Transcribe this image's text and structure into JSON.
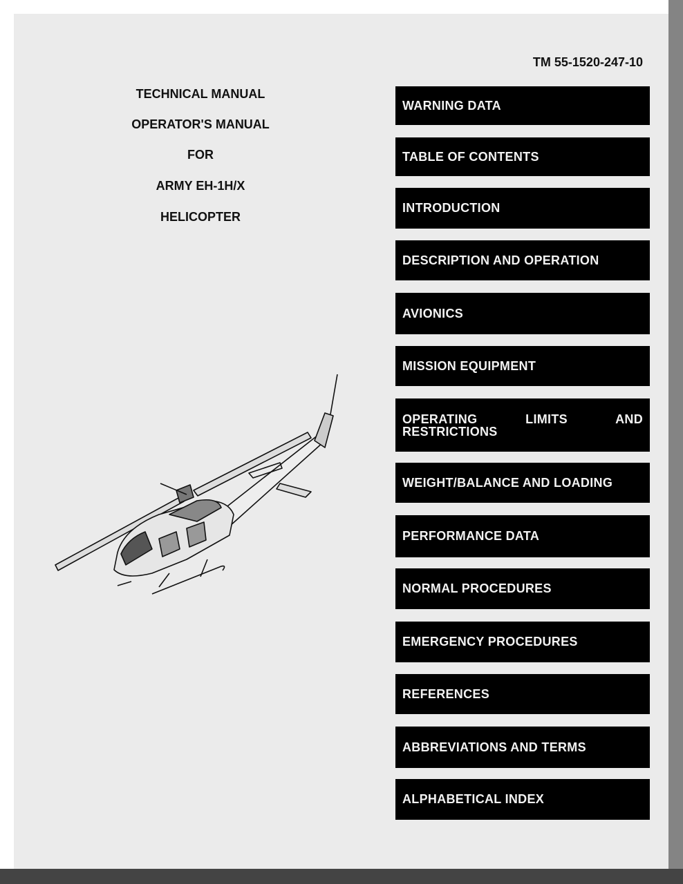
{
  "document": {
    "number": "TM 55-1520-247-10",
    "title_lines": [
      "TECHNICAL MANUAL",
      "OPERATOR'S MANUAL",
      "FOR",
      "ARMY EH-1H/X",
      "HELICOPTER"
    ]
  },
  "tabs": [
    "WARNING DATA",
    "TABLE OF CONTENTS",
    "INTRODUCTION",
    "DESCRIPTION AND OPERATION",
    "AVIONICS",
    "MISSION EQUIPMENT",
    "OPERATING LIMITS AND RESTRICTIONS",
    "WEIGHT/BALANCE AND LOADING",
    "PERFORMANCE DATA",
    "NORMAL PROCEDURES",
    "EMERGENCY PROCEDURES",
    "REFERENCES",
    "ABBREVIATIONS AND TERMS",
    "ALPHABETICAL INDEX"
  ]
}
